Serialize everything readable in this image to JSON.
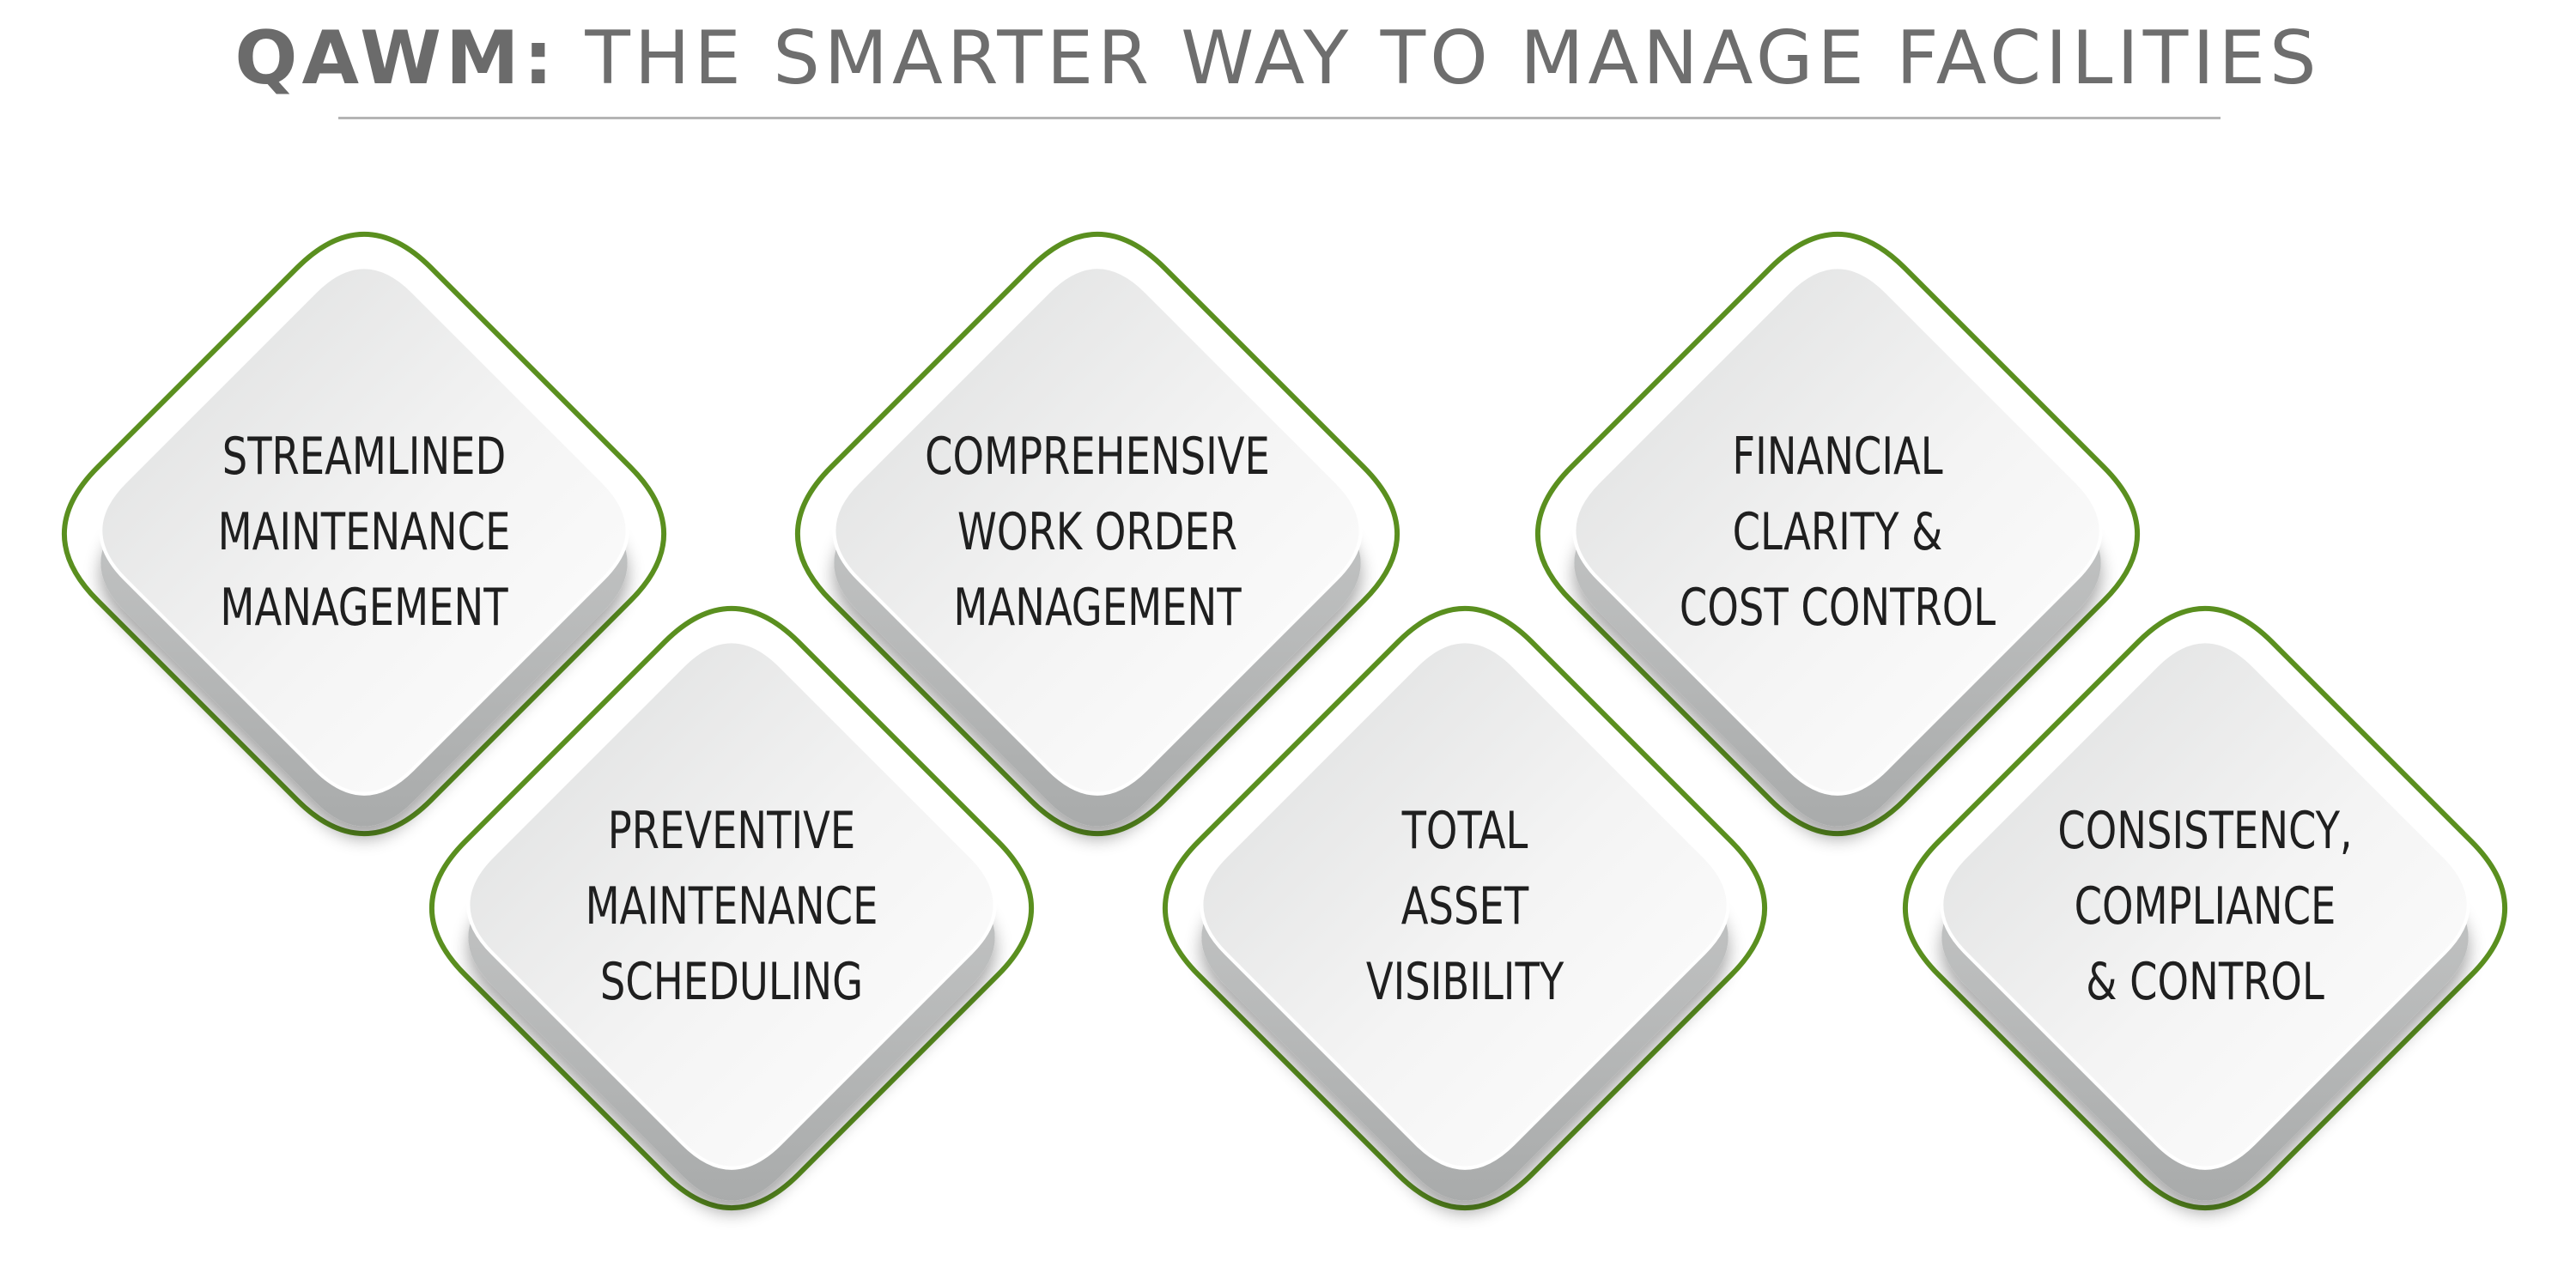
{
  "header": {
    "brand": "QAWM:",
    "title": "THE SMARTER WAY TO MANAGE FACILITIES"
  },
  "colors": {
    "accent_green": "#5a8f1f",
    "tile_light": "#f7f7f7",
    "tile_mid": "#e2e3e3",
    "shadow": "#b8b8b8",
    "title_gray": "#6b6b6b",
    "text_dark": "#1f1f1f"
  },
  "features": [
    {
      "lines": [
        "STREAMLINED",
        "MAINTENANCE",
        "MANAGEMENT"
      ]
    },
    {
      "lines": [
        "PREVENTIVE",
        "MAINTENANCE",
        "SCHEDULING"
      ]
    },
    {
      "lines": [
        "COMPREHENSIVE",
        "WORK ORDER",
        "MANAGEMENT"
      ]
    },
    {
      "lines": [
        "TOTAL",
        "ASSET",
        "VISIBILITY"
      ]
    },
    {
      "lines": [
        "FINANCIAL",
        "CLARITY &",
        "COST CONTROL"
      ]
    },
    {
      "lines": [
        "CONSISTENCY,",
        "COMPLIANCE",
        "& CONTROL"
      ]
    }
  ]
}
